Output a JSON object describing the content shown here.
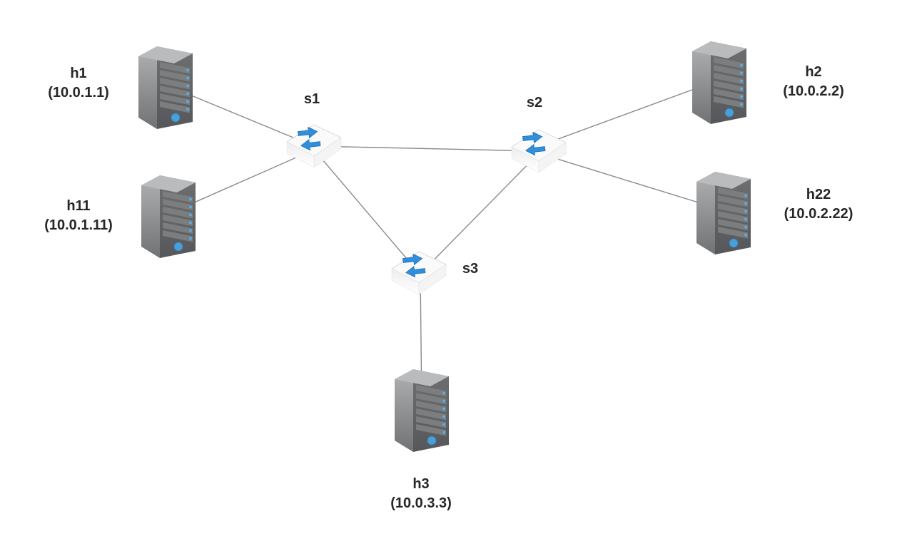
{
  "diagram": {
    "type": "network-topology",
    "nodes": {
      "h1": {
        "name": "h1",
        "ip": "(10.0.1.1)",
        "type": "host",
        "icon": "server-icon"
      },
      "h11": {
        "name": "h11",
        "ip": "(10.0.1.11)",
        "type": "host",
        "icon": "server-icon"
      },
      "h2": {
        "name": "h2",
        "ip": "(10.0.2.2)",
        "type": "host",
        "icon": "server-icon"
      },
      "h22": {
        "name": "h22",
        "ip": "(10.0.2.22)",
        "type": "host",
        "icon": "server-icon"
      },
      "h3": {
        "name": "h3",
        "ip": "(10.0.3.3)",
        "type": "host",
        "icon": "server-icon"
      },
      "s1": {
        "name": "s1",
        "type": "switch",
        "icon": "switch-icon"
      },
      "s2": {
        "name": "s2",
        "type": "switch",
        "icon": "switch-icon"
      },
      "s3": {
        "name": "s3",
        "type": "switch",
        "icon": "switch-icon"
      }
    },
    "links": [
      {
        "from": "h1",
        "to": "s1"
      },
      {
        "from": "h11",
        "to": "s1"
      },
      {
        "from": "s1",
        "to": "s2"
      },
      {
        "from": "s1",
        "to": "s3"
      },
      {
        "from": "s2",
        "to": "s3"
      },
      {
        "from": "s2",
        "to": "h2"
      },
      {
        "from": "s2",
        "to": "h22"
      },
      {
        "from": "s3",
        "to": "h3"
      }
    ],
    "colors": {
      "background": "#ffffff",
      "link": "#8a8a8a",
      "label_text": "#262626",
      "switch_arrow": "#2f8fdd",
      "host_front": "#636567",
      "host_side": "#909294",
      "host_led": "#4db3f7"
    }
  }
}
